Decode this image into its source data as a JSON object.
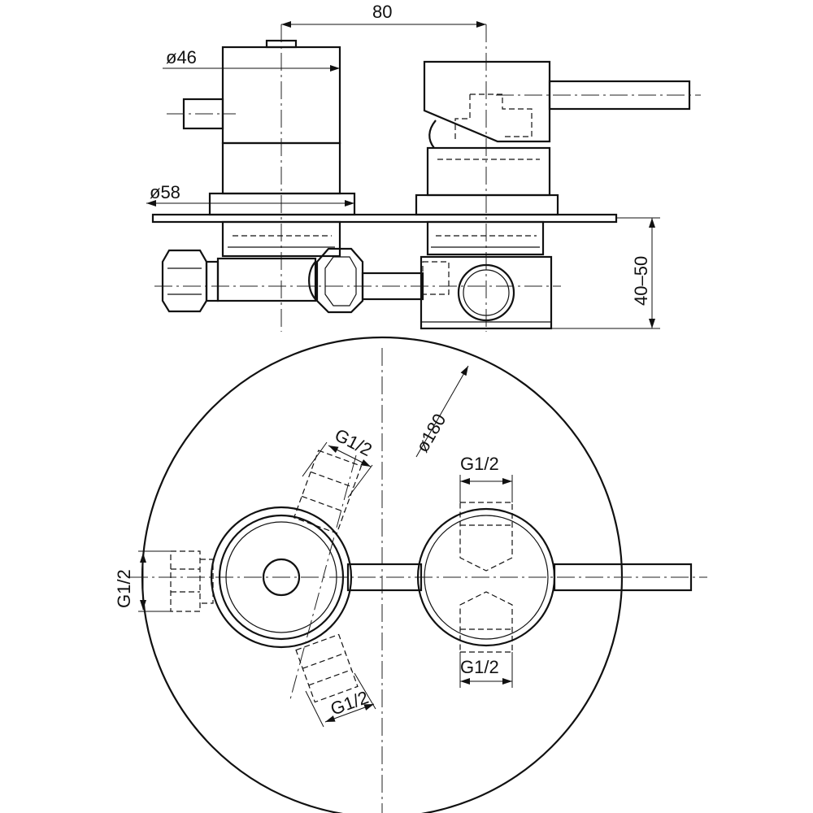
{
  "colors": {
    "line": "#111111",
    "background": "#ffffff"
  },
  "dimensions": {
    "width_80": "80",
    "dia_46": "ø46",
    "dia_58": "ø58",
    "depth_40_50": "40–50",
    "dia_180": "ø180",
    "g_half_upper_diag": "G1/2",
    "g_half_right_top": "G1/2",
    "g_half_left": "G1/2",
    "g_half_right_bottom": "G1/2",
    "g_half_lower_diag": "G1/2"
  }
}
